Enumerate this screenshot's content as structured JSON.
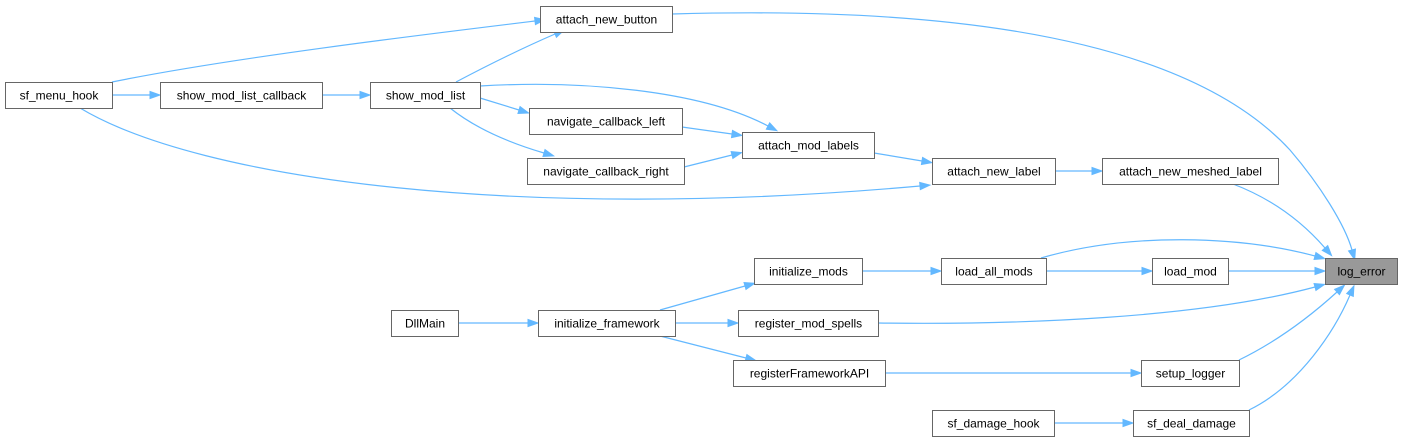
{
  "graph": {
    "edge_color": "#63b8ff",
    "node_border": "#666666",
    "root_fill": "#999999",
    "nodes": [
      {
        "id": "log_error",
        "label": "log_error",
        "root": true
      },
      {
        "id": "attach_new_button",
        "label": "attach_new_button"
      },
      {
        "id": "sf_menu_hook",
        "label": "sf_menu_hook"
      },
      {
        "id": "show_mod_list_callback",
        "label": "show_mod_list_callback"
      },
      {
        "id": "show_mod_list",
        "label": "show_mod_list"
      },
      {
        "id": "navigate_callback_left",
        "label": "navigate_callback_left"
      },
      {
        "id": "navigate_callback_right",
        "label": "navigate_callback_right"
      },
      {
        "id": "attach_mod_labels",
        "label": "attach_mod_labels"
      },
      {
        "id": "attach_new_label",
        "label": "attach_new_label"
      },
      {
        "id": "attach_new_meshed_label",
        "label": "attach_new_meshed_label"
      },
      {
        "id": "initialize_mods",
        "label": "initialize_mods"
      },
      {
        "id": "load_all_mods",
        "label": "load_all_mods"
      },
      {
        "id": "load_mod",
        "label": "load_mod"
      },
      {
        "id": "DllMain",
        "label": "DllMain"
      },
      {
        "id": "initialize_framework",
        "label": "initialize_framework"
      },
      {
        "id": "register_mod_spells",
        "label": "register_mod_spells"
      },
      {
        "id": "registerFrameworkAPI",
        "label": "registerFrameworkAPI"
      },
      {
        "id": "setup_logger",
        "label": "setup_logger"
      },
      {
        "id": "sf_damage_hook",
        "label": "sf_damage_hook"
      },
      {
        "id": "sf_deal_damage",
        "label": "sf_deal_damage"
      }
    ],
    "edges": [
      {
        "from": "attach_new_button",
        "to": "log_error"
      },
      {
        "from": "sf_menu_hook",
        "to": "attach_new_button"
      },
      {
        "from": "show_mod_list",
        "to": "attach_new_button"
      },
      {
        "from": "sf_menu_hook",
        "to": "show_mod_list_callback"
      },
      {
        "from": "show_mod_list_callback",
        "to": "show_mod_list"
      },
      {
        "from": "sf_menu_hook",
        "to": "attach_new_label"
      },
      {
        "from": "show_mod_list",
        "to": "attach_mod_labels"
      },
      {
        "from": "show_mod_list",
        "to": "navigate_callback_left"
      },
      {
        "from": "show_mod_list",
        "to": "navigate_callback_right"
      },
      {
        "from": "navigate_callback_left",
        "to": "attach_mod_labels"
      },
      {
        "from": "navigate_callback_right",
        "to": "attach_mod_labels"
      },
      {
        "from": "attach_mod_labels",
        "to": "attach_new_label"
      },
      {
        "from": "attach_new_label",
        "to": "attach_new_meshed_label"
      },
      {
        "from": "attach_new_meshed_label",
        "to": "log_error"
      },
      {
        "from": "load_all_mods",
        "to": "log_error"
      },
      {
        "from": "initialize_mods",
        "to": "load_all_mods"
      },
      {
        "from": "load_all_mods",
        "to": "load_mod"
      },
      {
        "from": "load_mod",
        "to": "log_error"
      },
      {
        "from": "DllMain",
        "to": "initialize_framework"
      },
      {
        "from": "initialize_framework",
        "to": "initialize_mods"
      },
      {
        "from": "initialize_framework",
        "to": "register_mod_spells"
      },
      {
        "from": "initialize_framework",
        "to": "registerFrameworkAPI"
      },
      {
        "from": "register_mod_spells",
        "to": "log_error"
      },
      {
        "from": "registerFrameworkAPI",
        "to": "setup_logger"
      },
      {
        "from": "setup_logger",
        "to": "log_error"
      },
      {
        "from": "sf_damage_hook",
        "to": "sf_deal_damage"
      },
      {
        "from": "sf_deal_damage",
        "to": "log_error"
      }
    ]
  }
}
